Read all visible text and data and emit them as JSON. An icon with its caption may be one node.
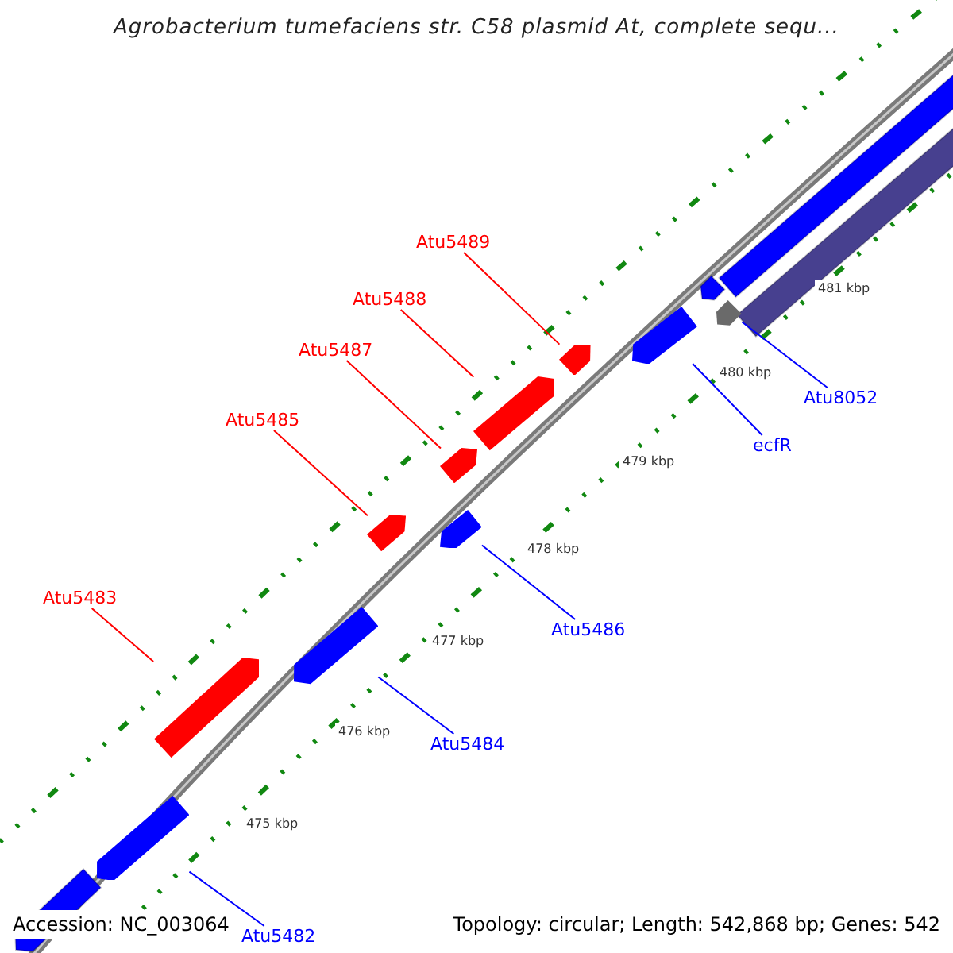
{
  "diagram": {
    "title": "Agrobacterium tumefaciens str. C58 plasmid At, complete sequ...",
    "nodes": [
      {
        "text": [
          "Atu5489"
        ]
      },
      {
        "text": [
          "Atu5488"
        ]
      },
      {
        "text": [
          "Atu5487"
        ]
      },
      {
        "text": [
          "Atu5485"
        ]
      },
      {
        "text": [
          "Atu5483"
        ]
      },
      {
        "text": [
          "Atu8052"
        ]
      },
      {
        "text": [
          "ecfR"
        ]
      },
      {
        "text": [
          "Atu5486"
        ]
      },
      {
        "text": [
          "Atu5484"
        ]
      },
      {
        "text": [
          "Atu5482"
        ]
      },
      {
        "text": [],
        "shape": "bar"
      },
      {
        "text": [],
        "shape": "bar"
      },
      {
        "text": [],
        "shape": "bar"
      },
      {
        "text": [],
        "shape": "bar"
      },
      {
        "text": [],
        "shape": "bar"
      },
      {
        "text": [],
        "shape": "bar"
      },
      {
        "text": [],
        "shape": "bar"
      },
      {
        "text": [],
        "shape": "bar"
      },
      {
        "text": [],
        "shape": "bar"
      },
      {
        "text": [],
        "shape": "bar"
      }
    ],
    "edges": [
      {
        "from": 0,
        "to": 10,
        "arrow": "none",
        "color": "#ff0000"
      },
      {
        "from": 1,
        "to": 11,
        "arrow": "none",
        "color": "#ff0000"
      },
      {
        "from": 2,
        "to": 12,
        "arrow": "none",
        "color": "#ff0000"
      },
      {
        "from": 3,
        "to": 13,
        "arrow": "none",
        "color": "#ff0000"
      },
      {
        "from": 4,
        "to": 14,
        "arrow": "none",
        "color": "#ff0000"
      },
      {
        "from": 5,
        "to": 15,
        "arrow": "none",
        "color": "#0000ff"
      },
      {
        "from": 6,
        "to": 16,
        "arrow": "none",
        "color": "#0000ff"
      },
      {
        "from": 7,
        "to": 17,
        "arrow": "none",
        "color": "#0000ff"
      },
      {
        "from": 8,
        "to": 18,
        "arrow": "none",
        "color": "#0000ff"
      },
      {
        "from": 9,
        "to": 19,
        "arrow": "none",
        "color": "#0000ff"
      }
    ],
    "labels": [
      "481 kbp",
      "480 kbp",
      "479 kbp",
      "478 kbp",
      "477 kbp",
      "476 kbp",
      "475 kbp",
      "Accession: NC_003064",
      "Topology: circular; Length: 542,868 bp; Genes: 542"
    ]
  }
}
